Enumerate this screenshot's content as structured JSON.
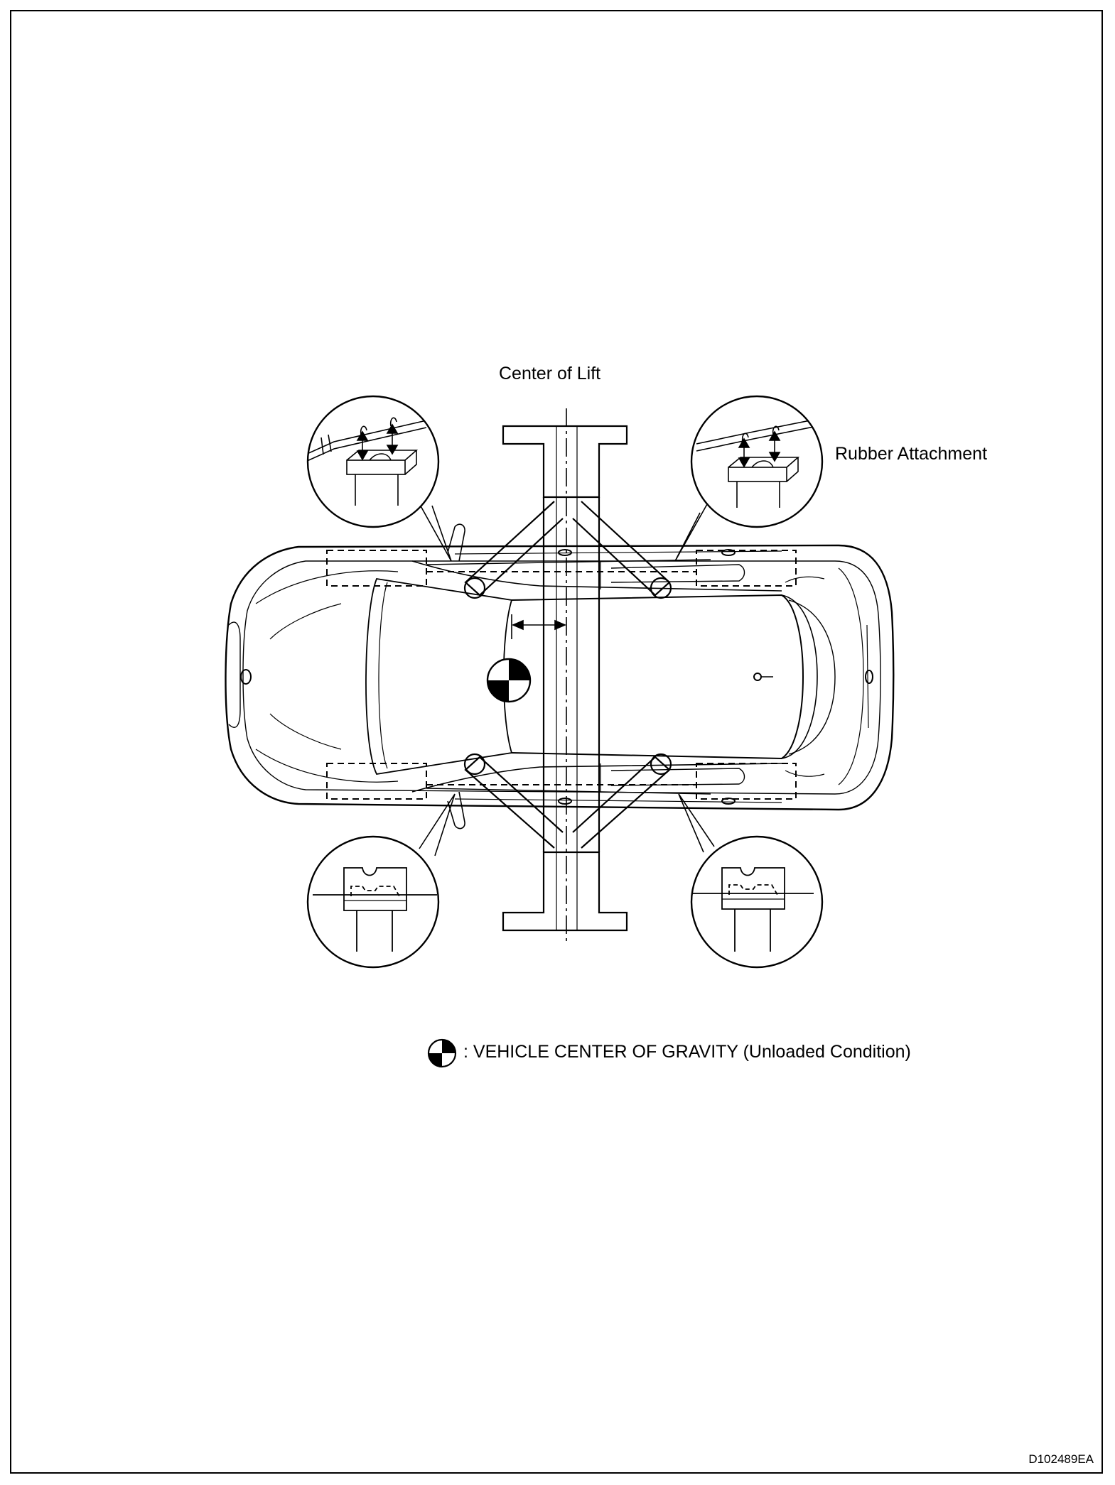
{
  "labels": {
    "center_of_lift": "Center of Lift",
    "rubber_attachment": "Rubber Attachment",
    "legend": ": VEHICLE CENTER OF GRAVITY (Unloaded Condition)",
    "figure_code": "D102489EA"
  },
  "icons": {
    "center_of_gravity": "center-of-gravity-icon",
    "rubber_pad": "rubber-attachment-icon",
    "lift_pad": "lift-pad-icon"
  },
  "colors": {
    "line": "#000000",
    "background": "#ffffff"
  }
}
